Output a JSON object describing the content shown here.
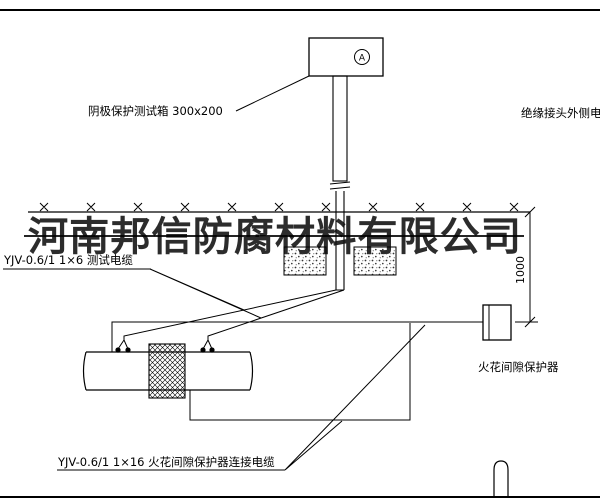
{
  "watermark": "河南邦信防腐材料有限公司",
  "diagram": {
    "test_box_label": "阴极保护测试箱 300x200",
    "meter_symbol": "A",
    "top_right_label": "绝缘接头外侧电缆",
    "test_cable_label": "YJV-0.6/1 1×6  测试电缆",
    "dimension_value": "1000",
    "spark_gap_label": "火花间隙保护器",
    "bottom_cable_label": "YJV-0.6/1 1×16  火花间隙保护器连接电缆"
  },
  "colors": {
    "line": "#000000",
    "background": "#ffffff"
  }
}
